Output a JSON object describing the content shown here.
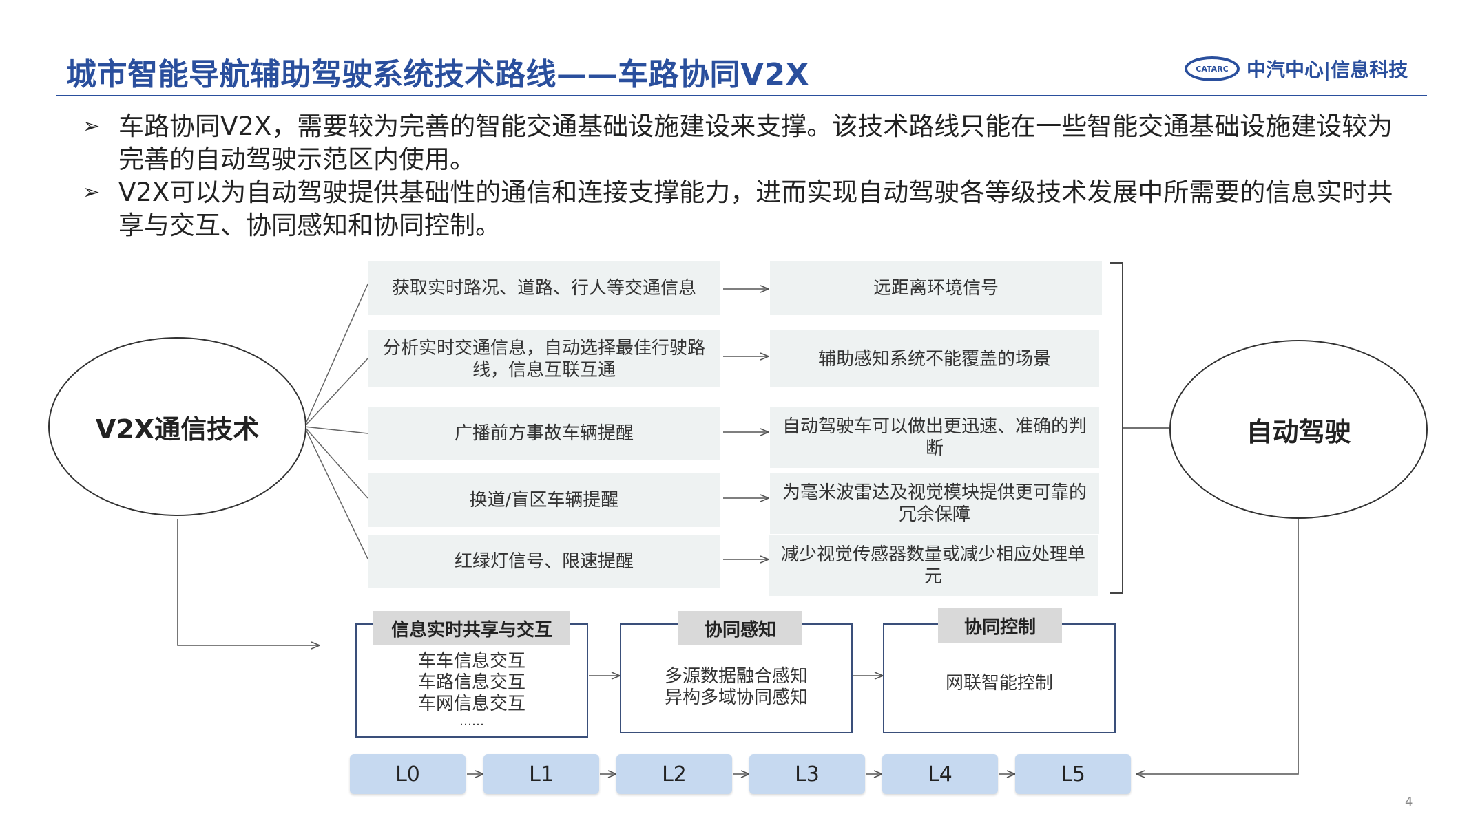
{
  "header": {
    "title": "城市智能导航辅助驾驶系统技术路线——车路协同V2X",
    "logo_mark": "CATARC",
    "logo_text": "中汽中心|信息科技"
  },
  "bullets": [
    "车路协同V2X，需要较为完善的智能交通基础设施建设来支撑。该技术路线只能在一些智能交通基础设施建设较为完善的自动驾驶示范区内使用。",
    "V2X可以为自动驾驶提供基础性的通信和连接支撑能力，进而实现自动驾驶各等级技术发展中所需要的信息实时共享与交互、协同感知和协同控制。"
  ],
  "diagram": {
    "left_node": "V2X通信技术",
    "right_node": "自动驾驶",
    "functions": [
      "获取实时路况、道路、行人等交通信息",
      "分析实时交通信息，自动选择最佳行驶路线，信息互联互通",
      "广播前方事故车辆提醒",
      "换道/盲区车辆提醒",
      "红绿灯信号、限速提醒"
    ],
    "benefits": [
      "远距离环境信号",
      "辅助感知系统不能覆盖的场景",
      "自动驾驶车可以做出更迅速、准确的判断",
      "为毫米波雷达及视觉模块提供更可靠的冗余保障",
      "减少视觉传感器数量或减少相应处理单元"
    ],
    "capabilities": [
      {
        "title": "信息实时共享与交互",
        "lines": [
          "车车信息交互",
          "车路信息交互",
          "车网信息交互",
          "……"
        ]
      },
      {
        "title": "协同感知",
        "lines": [
          "多源数据融合感知",
          "异构多域协同感知"
        ]
      },
      {
        "title": "协同控制",
        "lines": [
          "网联智能控制"
        ]
      }
    ],
    "levels": [
      "L0",
      "L1",
      "L2",
      "L3",
      "L4",
      "L5"
    ]
  },
  "page_number": "4"
}
